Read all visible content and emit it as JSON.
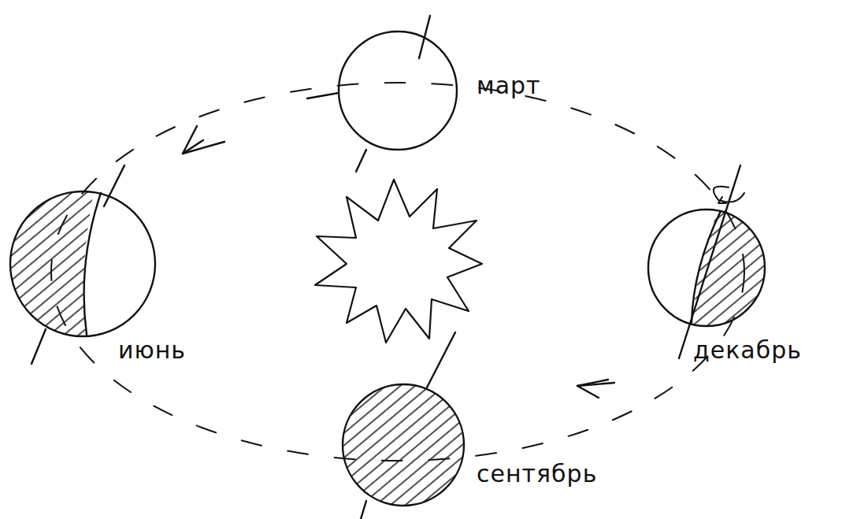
{
  "diagram": {
    "labels": [
      "март",
      "июнь",
      "сентябрь",
      "декабрь"
    ]
  }
}
